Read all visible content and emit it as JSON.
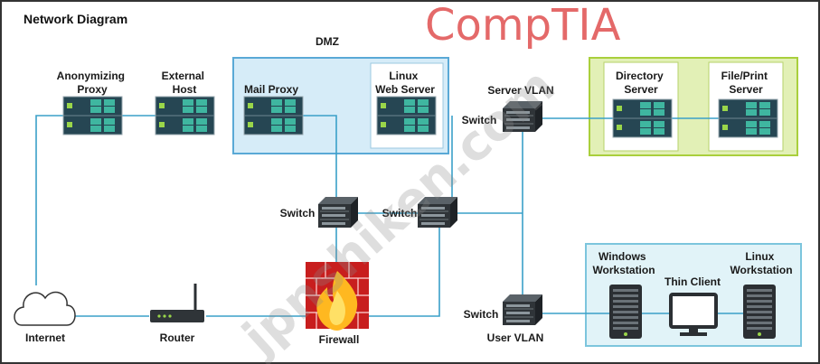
{
  "diagram": {
    "title": "Network Diagram",
    "logo": "CompTIA",
    "watermark": "jpnshiken.com",
    "zones": {
      "dmz": "DMZ",
      "server_vlan": "Server VLAN",
      "user_vlan": "User VLAN"
    },
    "nodes": {
      "anonymizing_proxy": [
        "Anonymizing",
        "Proxy"
      ],
      "external_host": [
        "External",
        "Host"
      ],
      "mail_proxy": "Mail Proxy",
      "linux_web_server": [
        "Linux",
        "Web Server"
      ],
      "directory_server": [
        "Directory",
        "Server"
      ],
      "file_print_server": [
        "File/Print",
        "Server"
      ],
      "switch_server_vlan": "Switch",
      "switch_left": "Switch",
      "switch_right": "Switch",
      "switch_user_vlan": "Switch",
      "windows_workstation": [
        "Windows",
        "Workstation"
      ],
      "thin_client": "Thin Client",
      "linux_workstation": [
        "Linux",
        "Workstation"
      ],
      "internet": "Internet",
      "router": "Router",
      "firewall": "Firewall"
    },
    "colors": {
      "link": "#3aa0c8",
      "dmz_fill": "#d6ecf8",
      "dmz_border": "#5aa9d6",
      "server_zone_fill": "#e2f0b6",
      "server_zone_border": "#a9cf3c",
      "user_zone_fill": "#e1f3f8",
      "user_zone_border": "#7cc5dd",
      "server_body": "#264653",
      "server_accent": "#3fb6a0",
      "logo": "#e05050",
      "firewall": "#c81e1e"
    }
  }
}
